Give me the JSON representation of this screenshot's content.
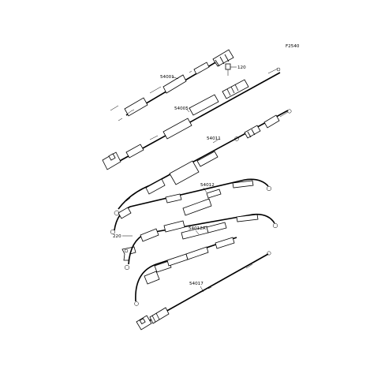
{
  "figure_code": "F2540",
  "parts": [
    {
      "id": "cable-54001",
      "label": "54001"
    },
    {
      "id": "bolt-120",
      "label": "120"
    },
    {
      "id": "cable-54005",
      "label": "54005"
    },
    {
      "id": "cable-54011",
      "label": "54011"
    },
    {
      "id": "cable-54012",
      "label": "54012"
    },
    {
      "id": "clamp-220",
      "label": "220"
    },
    {
      "id": "cable-54012a",
      "label": "54012A"
    },
    {
      "id": "cable-54017",
      "label": "54017"
    }
  ]
}
